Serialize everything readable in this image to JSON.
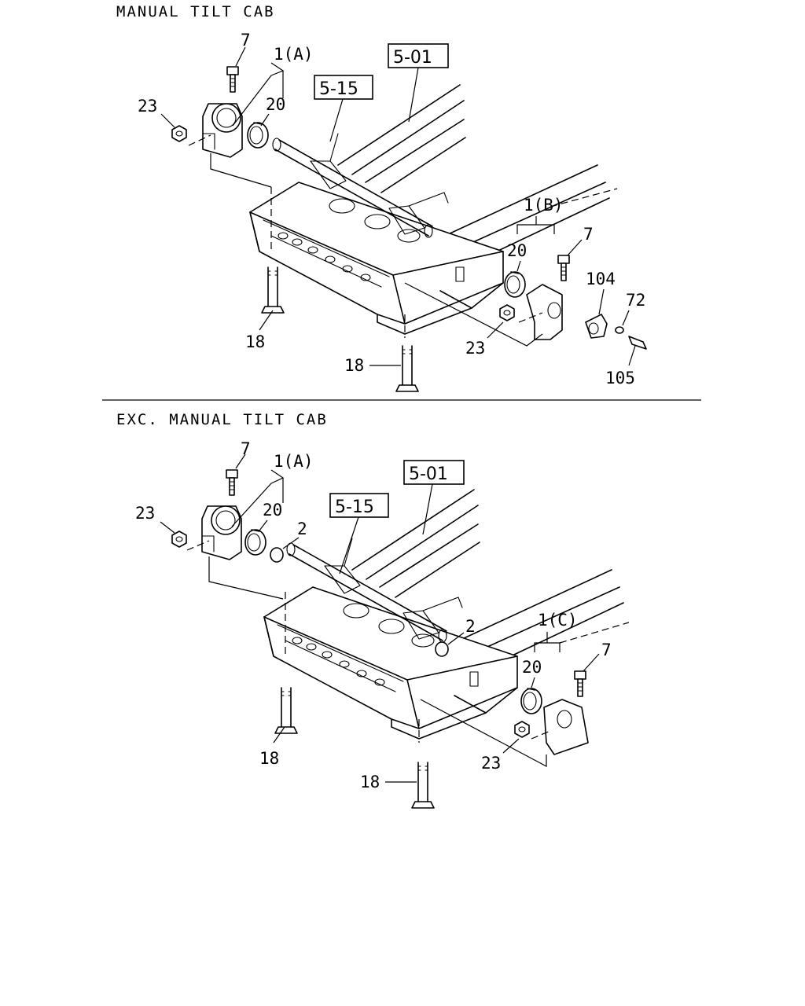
{
  "sections": [
    {
      "title": "MANUAL TILT CAB",
      "labels": {
        "bolt_a": "7",
        "bracket_a": "1(A)",
        "nut_a": "23",
        "bush_a": "20",
        "ref_frame": "5-01",
        "ref_axle": "5-15",
        "bracket_b": "1(B)",
        "bush_b": "20",
        "bolt_b": "7",
        "lock": "104",
        "washer": "72",
        "lock_bolt": "105",
        "nut_b": "23",
        "ubolt_left": "18",
        "ubolt_right": "18"
      }
    },
    {
      "title": "EXC. MANUAL TILT CAB",
      "labels": {
        "bolt_a": "7",
        "bracket_a": "1(A)",
        "nut_a": "23",
        "bush_a": "20",
        "collar_a": "2",
        "ref_frame": "5-01",
        "ref_axle": "5-15",
        "collar_b": "2",
        "bracket_c": "1(C)",
        "bush_c": "20",
        "bolt_c": "7",
        "nut_c": "23",
        "ubolt_left": "18",
        "ubolt_right": "18"
      }
    }
  ]
}
